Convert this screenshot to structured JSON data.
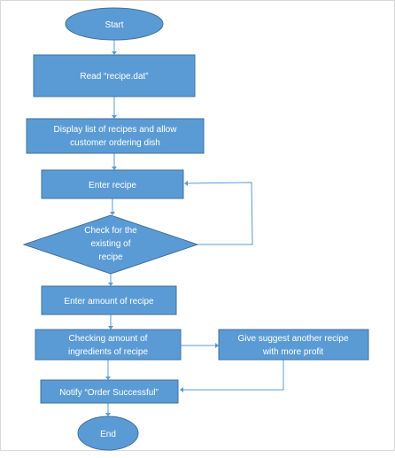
{
  "flowchart": {
    "start": "Start",
    "read": "Read “recipe.dat”",
    "display": [
      "Display list of recipes and allow",
      "customer ordering dish"
    ],
    "enter_recipe": "Enter recipe",
    "check_existing": [
      "Check for the",
      "existing of",
      "recipe"
    ],
    "enter_amount": "Enter amount of recipe",
    "check_amount": [
      "Checking amount of",
      "ingredients of recipe"
    ],
    "suggest": [
      "Give suggest another recipe",
      "with more profit"
    ],
    "notify": "Notify “Order Successful”",
    "end": "End"
  },
  "colors": {
    "shape_fill": "#5b9bd5",
    "shape_border": "#41719c",
    "text": "#ffffff"
  }
}
